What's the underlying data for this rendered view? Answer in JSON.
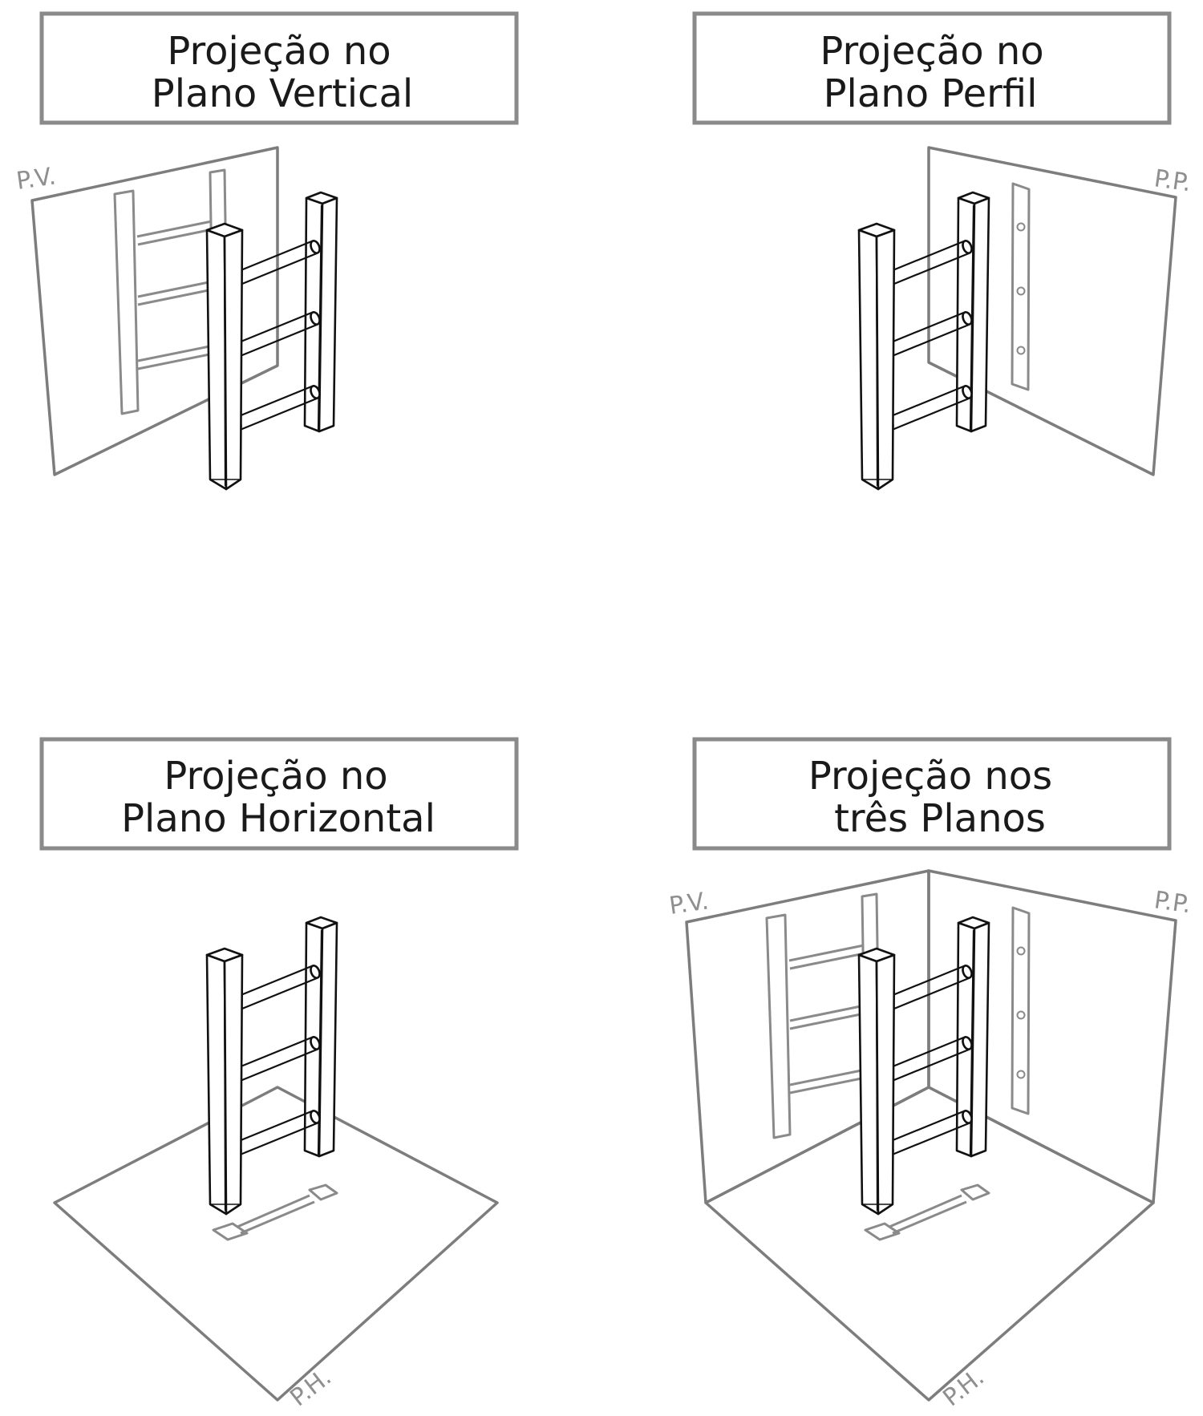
{
  "panels": [
    {
      "id": "pv",
      "title_lines": [
        "Projeção no",
        "Plano Vertical"
      ]
    },
    {
      "id": "pp",
      "title_lines": [
        "Projeção no",
        "Plano Perfil"
      ]
    },
    {
      "id": "ph",
      "title_lines": [
        "Projeção no",
        "Plano Horizontal"
      ]
    },
    {
      "id": "all",
      "title_lines": [
        "Projeção nos",
        "três Planos"
      ]
    }
  ],
  "plane_labels": {
    "vertical": "P.V.",
    "profile": "P.P.",
    "horizontal": "P.H."
  },
  "colors": {
    "ink": "#111111",
    "projection": "#8a8a8a",
    "frame": "#8a8a8a"
  }
}
